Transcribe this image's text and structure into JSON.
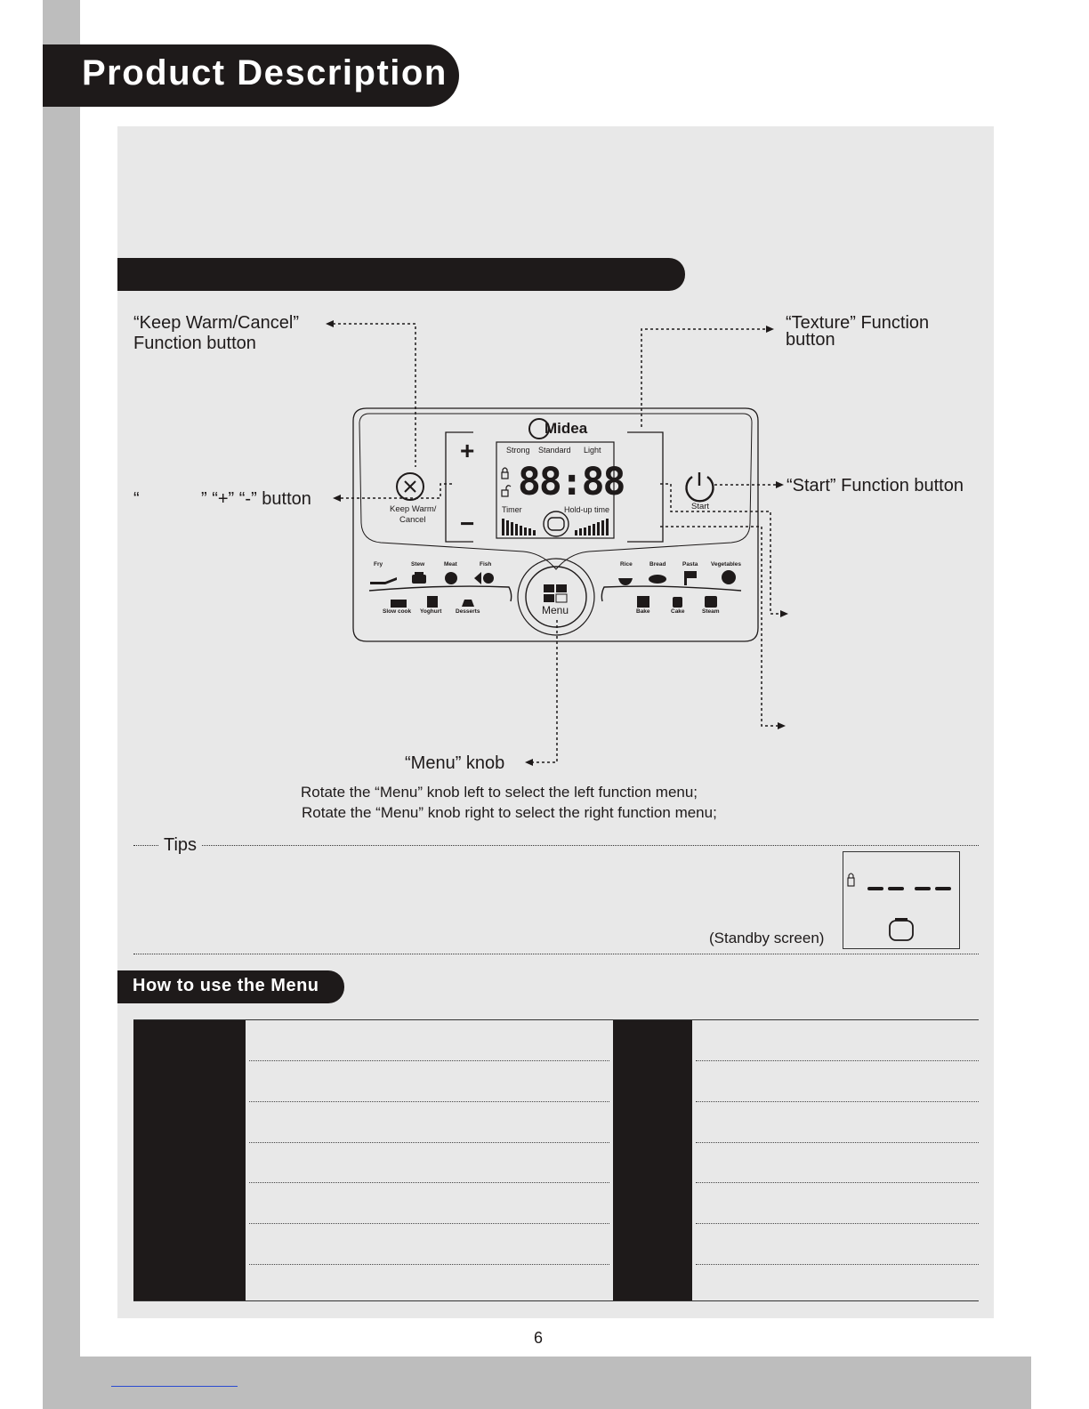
{
  "header": {
    "title": "Product Description"
  },
  "callouts": {
    "keep_warm_line1": "“Keep Warm/Cancel”",
    "keep_warm_line2": "Function button",
    "texture_line1": "“Texture” Function",
    "texture_line2": "button",
    "plus_minus_open": "“",
    "plus_minus_text": "” “+” “-” button",
    "start": "“Start” Function button",
    "menu_knob": "“Menu” knob",
    "rotate_left": "Rotate the “Menu” knob left to select the left function menu;",
    "rotate_right": "Rotate the “Menu” knob right to select the right function menu;"
  },
  "control_panel": {
    "brand": "Midea",
    "texture_levels": [
      "Strong",
      "Standard",
      "Light"
    ],
    "display_digits": "88:88",
    "timer_label": "Timer",
    "hold_up_label": "Hold-up time",
    "keep_warm_label_1": "Keep Warm/",
    "keep_warm_label_2": "Cancel",
    "start_label": "Start",
    "menu_label": "Menu",
    "plus_symbol": "+",
    "minus_symbol": "−",
    "left_top_functions": [
      "Fry",
      "Stew",
      "Meat",
      "Fish"
    ],
    "left_bottom_functions": [
      "Slow cook",
      "Yoghurt",
      "Desserts"
    ],
    "right_top_functions": [
      "Rice",
      "Bread",
      "Pasta",
      "Vegetables"
    ],
    "right_bottom_functions": [
      "Bake",
      "Cake",
      "Steam"
    ]
  },
  "tips": {
    "label": "Tips",
    "standby_caption": "(Standby screen)"
  },
  "how_to": {
    "title": "How to use the Menu"
  },
  "footer": {
    "page_number": "6"
  },
  "colors": {
    "dark": "#1e1a1a",
    "panel": "#e8e8e8",
    "band": "#bdbdbd"
  }
}
